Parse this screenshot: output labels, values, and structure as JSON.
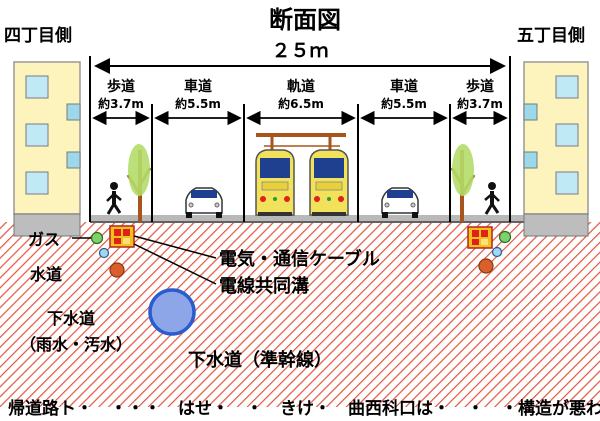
{
  "title": "断面図",
  "side_labels": {
    "left": "四丁目側",
    "right": "五丁目側"
  },
  "total_width": "２５ｍ",
  "sections": [
    {
      "name": "歩道",
      "width": "約3.7m"
    },
    {
      "name": "車道",
      "width": "約5.5m"
    },
    {
      "name": "軌道",
      "width": "約6.5m"
    },
    {
      "name": "車道",
      "width": "約5.5m"
    },
    {
      "name": "歩道",
      "width": "約3.7m"
    }
  ],
  "utility_labels": {
    "gas": "ガス",
    "water": "水道",
    "cable": "電気・通信ケーブル",
    "duct": "電線共同溝",
    "sewer_small_1": "下水道",
    "sewer_small_2": "（雨水・汚水）",
    "sewer_main": "下水道（準幹線）"
  },
  "footer_text": "帰道路ト・　・・・　はせ・　・　きけ・　曲西科口は・　・　・構造が悪われまも",
  "colors": {
    "ground_hatch": "#e2553f",
    "building": "#fdf3bd",
    "tram": "#f2e15a",
    "pole": "#a8551d",
    "gas": "#7fd26b",
    "water": "#9fd7f5",
    "sewer": "#d9602a",
    "sewer_main": "#3a6fd8",
    "duct": "#f2c11c"
  }
}
